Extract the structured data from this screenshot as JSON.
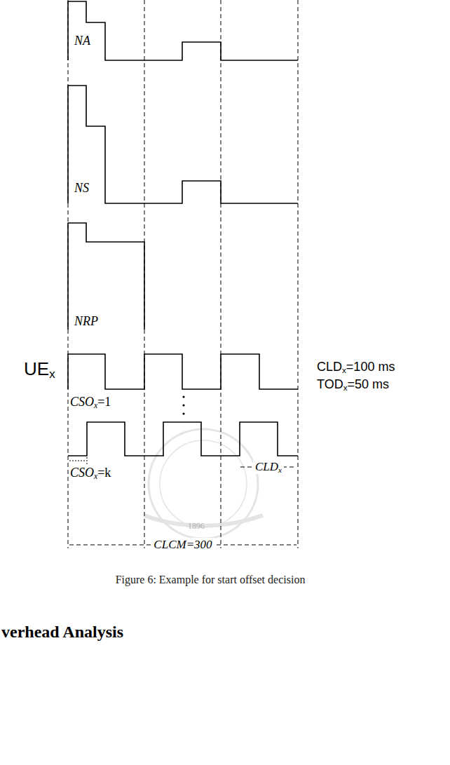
{
  "diagram": {
    "caption": "Figure 6: Example for start offset decision",
    "labels": [
      "NA",
      "NS",
      "NRP",
      "UEx",
      "CSOx=1",
      "CSOx=k",
      "CLDx",
      "CLCM=300",
      "CLDx=100 ms",
      "TODx=50 ms",
      "1896",
      "verhead Analysis"
    ]
  }
}
